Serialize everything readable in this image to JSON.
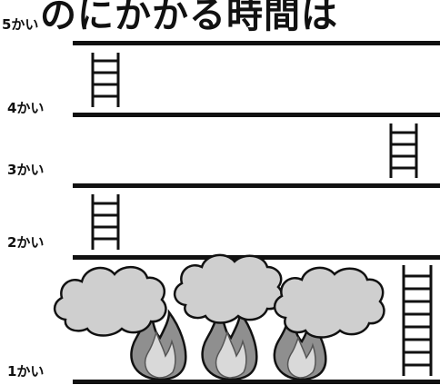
{
  "title": "のにかかる時間は",
  "floors": [
    {
      "label": "5かい"
    },
    {
      "label": "4かい"
    },
    {
      "label": "3かい"
    },
    {
      "label": "2かい"
    },
    {
      "label": "1かい"
    }
  ],
  "icons": [
    "ladder-icon",
    "smoke-cloud-icon",
    "fire-flame-icon"
  ],
  "colors": {
    "line": "#111111",
    "smoke": "#cfcfcf",
    "fire_outer": "#8f8f8f",
    "fire_inner": "#d9d9d9"
  }
}
